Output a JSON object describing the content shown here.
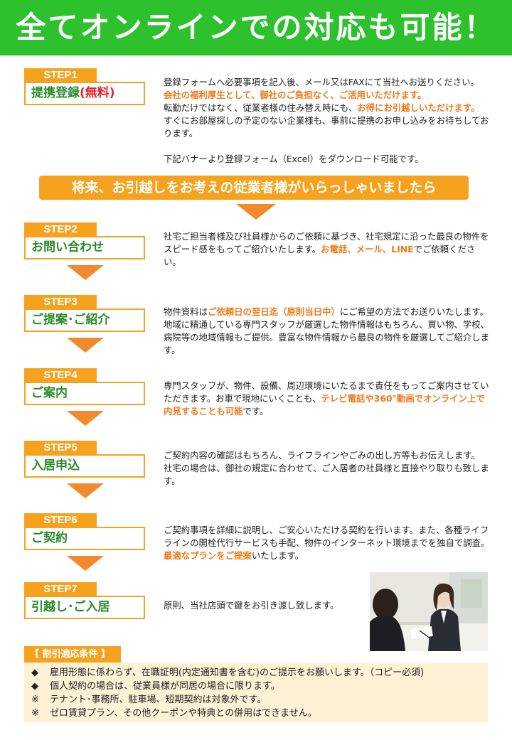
{
  "header": {
    "title": "全てオンラインでの対応も可能！"
  },
  "steps": [
    {
      "tab": "STEP1",
      "title": "提携登録",
      "title_suffix": "(無料)"
    },
    {
      "tab": "STEP2",
      "title": "お問い合わせ"
    },
    {
      "tab": "STEP3",
      "title": "ご提案･ご紹介"
    },
    {
      "tab": "STEP4",
      "title": "ご案内"
    },
    {
      "tab": "STEP5",
      "title": "入居申込"
    },
    {
      "tab": "STEP6",
      "title": "ご契約"
    },
    {
      "tab": "STEP7",
      "title": "引越し･ご入居"
    }
  ],
  "step1_desc": {
    "p1": "登録フォームへ必要事項を記入後、メール又はFAXにて当社へお送りください。",
    "p2_hl": "会社の福利厚生として、御社のご負担なく、ご活用いただけます。",
    "p3a": "転勤だけではなく、従業者様の住み替え時にも、",
    "p3_hl": "お得にお引越しいただけます。",
    "p4": "すぐにお部屋探しの予定のない企業様も、事前に提携のお申し込みをお待ちしております。",
    "p5": "下記バナーより登録フォーム（Excel）をダウンロード可能です。"
  },
  "mid_banner": "将来、お引越しをお考えの従業者様がいらっしゃいましたら",
  "step2_desc": {
    "a": "社宅ご担当者様及び社員様からのご依頼に基づき、社宅規定に沿った最良の物件をスピード感をもってご紹介いたします。",
    "hl": "お電話、メール、LINE",
    "b": "でご依頼ください。"
  },
  "step3_desc": {
    "a": "物件資料は",
    "hl": "ご依頼日の翌日迄（原則当日中）",
    "b": "にご希望の方法でお送りいたします。地域に精通している専門スタッフが厳選した物件情報はもちろん、買い物、学校、病院等の地域情報もご提供。豊富な物件情報から最良の物件を厳選してご紹介します。"
  },
  "step4_desc": {
    "a": "専門スタッフが、物件、設備、周辺環境にいたるまで責任をもってご案内させていただきます。お車で現地にいくことも、",
    "hl": "テレビ電話や360°動画でオンライン上で内見することも可能",
    "b": "です。"
  },
  "step5_desc": {
    "p1": "ご契約内容の確認はもちろん、ライフラインやごみの出し方等もお伝えします。",
    "p2": "社宅の場合は、御社の規定に合わせて、ご入居者の社員様と直接やり取りも致します。"
  },
  "step6_desc": {
    "a": "ご契約事項を詳細に説明し、ご安心いただける契約を行います。また、各種ライフラインの開栓代行サービスも手配、物件のインターネット環境までを独自で調査。",
    "hl": "最適なプランをご提案",
    "b": "いたします。"
  },
  "step7_desc": {
    "text": "原則、当社店頭で鍵をお引き渡し致します。"
  },
  "conditions": {
    "title": "【 割引適応条件 】",
    "items": [
      {
        "mark": "◆",
        "text": "雇用形態に係わらず、在職証明(内定通知書を含む)のご提示をお願いします。（コピー必須)"
      },
      {
        "mark": "◆",
        "text": "個人契約の場合は、従業員様が同居の場合に限ります。"
      },
      {
        "mark": "※",
        "text": "テナント･事務所、駐車場、短期契約は対象外です。"
      },
      {
        "mark": "※",
        "text": "ゼロ賃貸プラン、その他クーポンや特典との併用はできません。"
      }
    ]
  },
  "colors": {
    "banner_green": "#2ec12e",
    "accent_orange": "#f6a21e",
    "highlight_orange": "#f07a1a",
    "step_title_green": "#2a8a2a",
    "free_red": "#e8232a",
    "condition_bg": "#fdf1d6"
  }
}
